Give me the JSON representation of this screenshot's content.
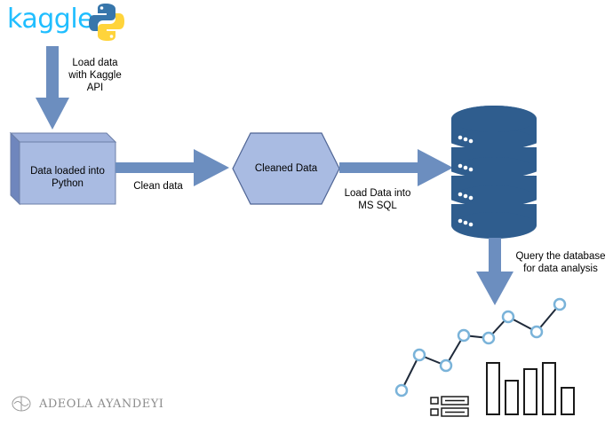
{
  "logos": {
    "kaggle": "kaggle",
    "python": "python-logo-icon"
  },
  "edges": {
    "load_kaggle": "Load data\nwith Kaggle\nAPI",
    "clean": "Clean data",
    "load_sql": "Load Data into\nMS SQL",
    "query": "Query the database\nfor data analysis"
  },
  "nodes": {
    "python_box": "Data loaded into\nPython",
    "cleaned": "Cleaned Data"
  },
  "watermark": "ADEOLA AYANDEYI",
  "colors": {
    "arrow": "#6c8ebf",
    "box_fill": "#7e95c9",
    "box_face": "#a8b9e0",
    "database": "#2f5d8e",
    "kaggle": "#20beff",
    "chart_point": "#7ab3d9"
  }
}
